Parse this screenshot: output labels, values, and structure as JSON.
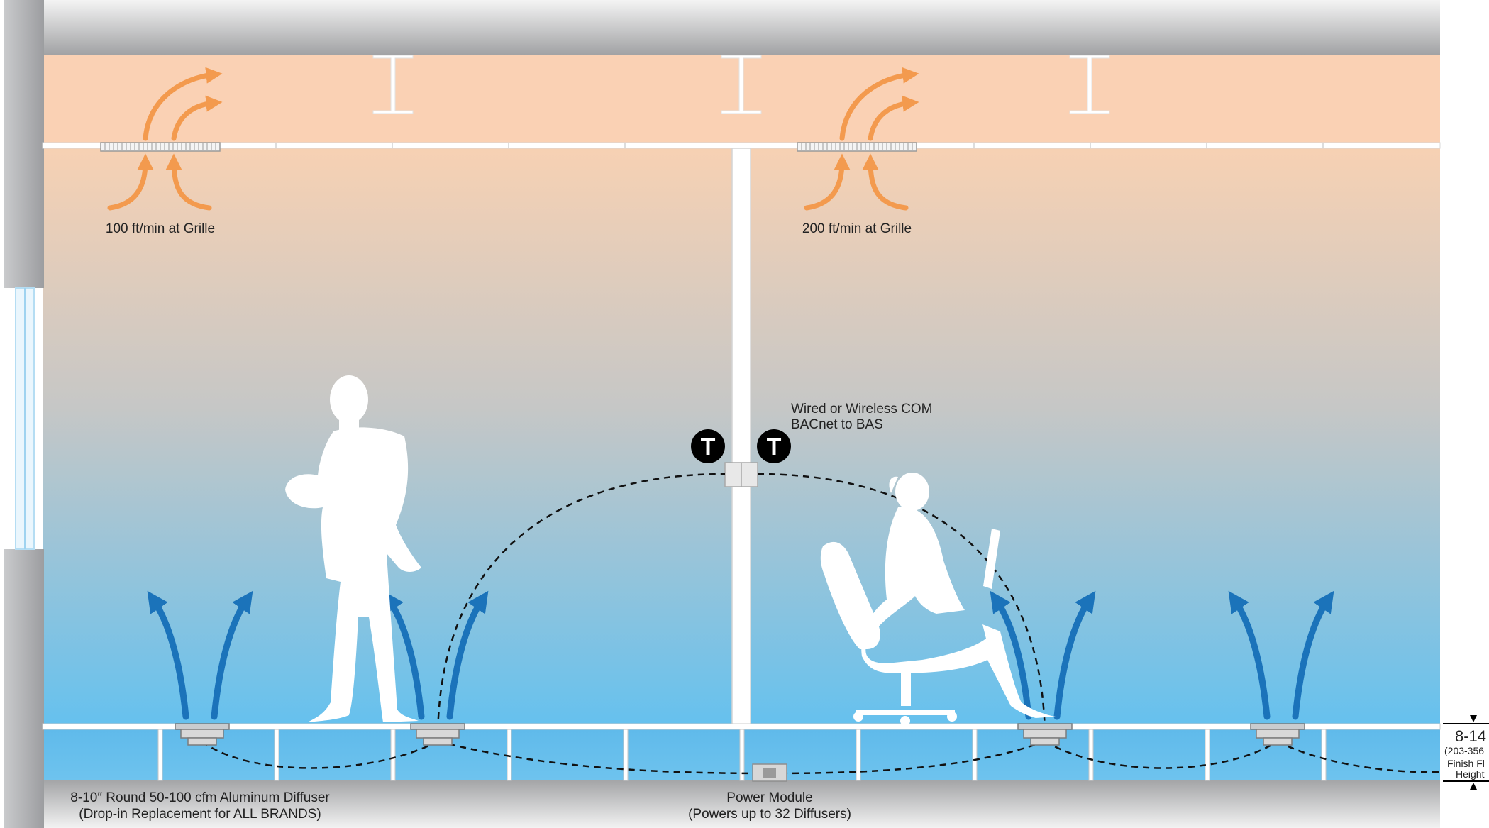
{
  "labels": {
    "grille_left": "100 ft/min at Grille",
    "grille_right": "200 ft/min at Grille",
    "com_line1": "Wired or Wireless COM",
    "com_line2": "BACnet to BAS",
    "diffuser_line1": "8-10″ Round 50-100 cfm Aluminum Diffuser",
    "diffuser_line2": "(Drop-in Replacement for ALL BRANDS)",
    "power_line1": "Power Module",
    "power_line2": "(Powers up to 32 Diffusers)",
    "dim_value": "8-14",
    "dim_sub1": "(203-356",
    "dim_sub2": "Finish Fl",
    "dim_sub3": "Height"
  },
  "thermostat_label": "T",
  "colors": {
    "warm_air": "#F39A4E",
    "cool_air": "#1B73BA",
    "plenum": "#FAD1B4",
    "room_top": "#F7D1B3",
    "room_bottom": "#6BC2EE",
    "underfloor": "#68BEEB",
    "concrete": "#A9AAAC",
    "silhouette": "#FFFFFF",
    "thermostat": "#000000"
  },
  "icons": [
    "thermostat-icon",
    "ceiling-grille-icon",
    "floor-diffuser-icon",
    "power-module-icon",
    "person-standing-icon",
    "person-seated-icon",
    "i-beam-icon"
  ]
}
